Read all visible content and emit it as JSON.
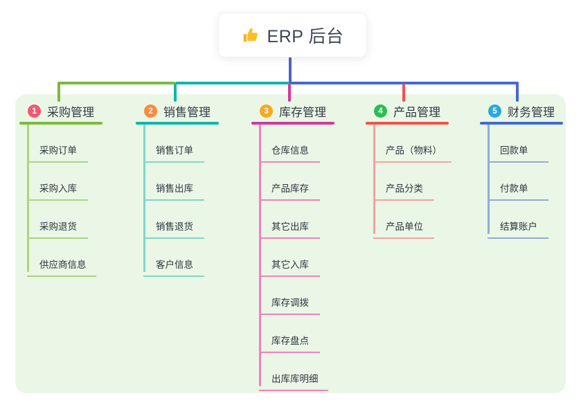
{
  "root": {
    "title": "ERP 后台",
    "icon": "thumbs-up-icon"
  },
  "colors": {
    "root_line": "#4c62d0",
    "panel_bg": "#eaf7e6",
    "root_text": "#3c4456",
    "title_text": "#333a46",
    "child_text": "#2f3540"
  },
  "branches": [
    {
      "number": "1",
      "title": "采购管理",
      "badge_color": "#f8566c",
      "line_color": "#7cb93f",
      "child_line_color": "#a9d67f",
      "children": [
        "采购订单",
        "采购入库",
        "采购退货",
        "供应商信息"
      ]
    },
    {
      "number": "2",
      "title": "销售管理",
      "badge_color": "#fb8a3e",
      "line_color": "#12b5a9",
      "child_line_color": "#7fd6cb",
      "children": [
        "销售订单",
        "销售出库",
        "销售退货",
        "客户信息"
      ]
    },
    {
      "number": "3",
      "title": "库存管理",
      "badge_color": "#f9a81f",
      "line_color": "#d4379e",
      "child_line_color": "#ef82be",
      "children": [
        "仓库信息",
        "产品库存",
        "其它出库",
        "其它入库",
        "库存调拨",
        "库存盘点",
        "出库库明细"
      ]
    },
    {
      "number": "4",
      "title": "产品管理",
      "badge_color": "#2cbd55",
      "line_color": "#f4504c",
      "child_line_color": "#f8a09d",
      "children": [
        "产品（物料）",
        "产品分类",
        "产品单位"
      ]
    },
    {
      "number": "5",
      "title": "财务管理",
      "badge_color": "#2aa7e0",
      "line_color": "#4468d6",
      "child_line_color": "#93a9dd",
      "children": [
        "回款单",
        "付款单",
        "结算账户"
      ]
    }
  ]
}
